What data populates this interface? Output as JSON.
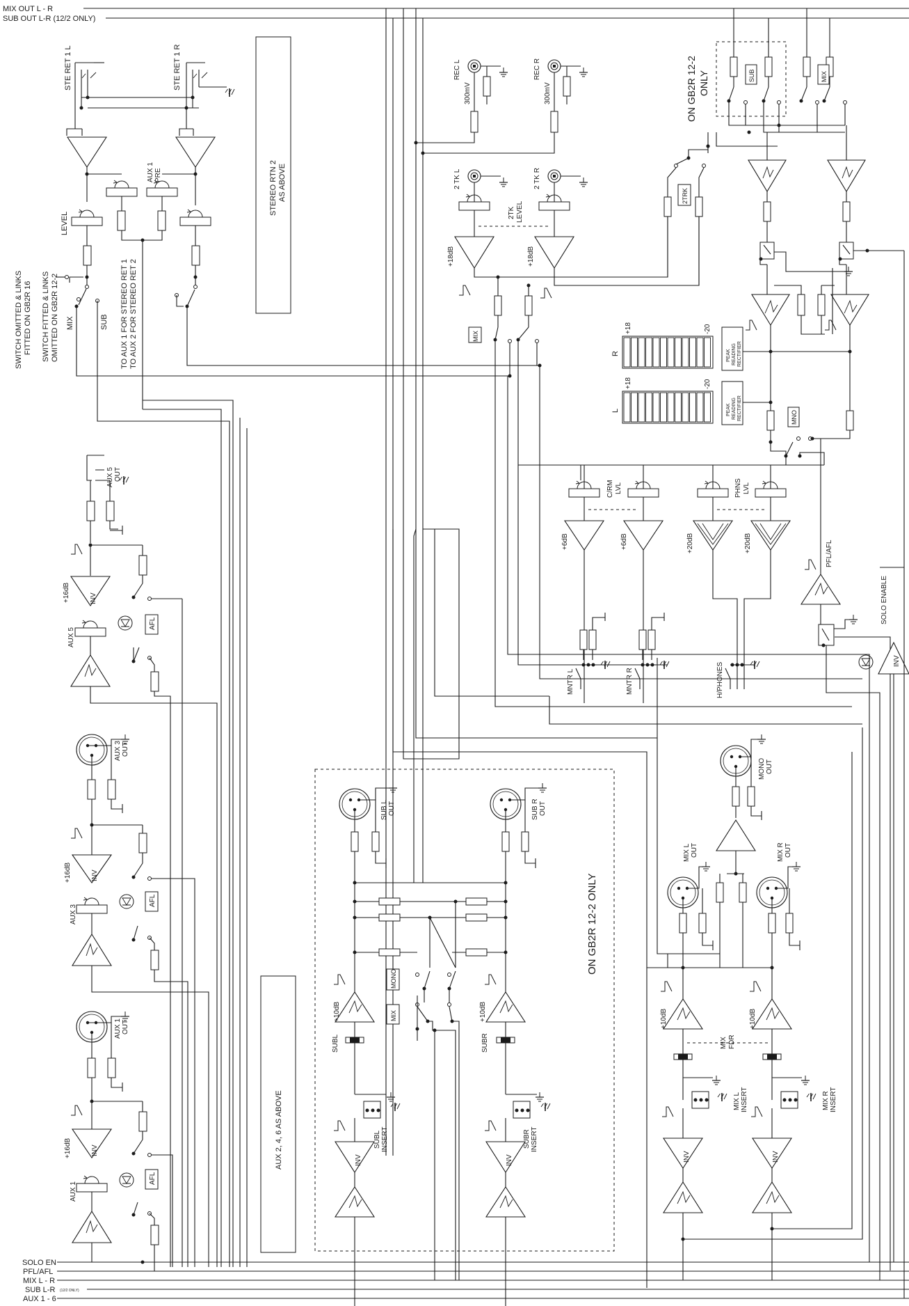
{
  "buses": {
    "top": [
      "MIX OUT L - R",
      "SUB OUT L-R (12/2 ONLY)"
    ],
    "bottom": [
      "SOLO EN",
      "PFL/AFL",
      "MIX L - R",
      "SUB L-R",
      "AUX 1 - 6"
    ],
    "bottom_note": "(12/2 ONLY)"
  },
  "stereo_return": {
    "ste_ret_l": "STE RET 1 L",
    "ste_ret_r": "STE RET 1 R",
    "aux1_pre": [
      "AUX 1",
      "PRE"
    ],
    "level": "LEVEL",
    "mix": "MIX",
    "sub": "SUB",
    "switch_note_1": [
      "SWITCH OMITTED & LINKS",
      "FITTED ON GB2R 16"
    ],
    "switch_note_2": [
      "SWITCH FITTED & LINKS",
      "OMITTED ON GB2R 12-2"
    ],
    "to_aux_note": [
      "TO AUX 1 FOR STEREO RET 1",
      "TO AUX 2 FOR STEREO RET 2"
    ],
    "rtn2_box": [
      "STEREO RTN 2",
      "AS ABOVE"
    ]
  },
  "aux": {
    "aux5": {
      "out": [
        "AUX 5",
        "OUT"
      ],
      "label": "AUX 5"
    },
    "aux3": {
      "out": [
        "AUX 3",
        "OUT"
      ],
      "label": "AUX 3"
    },
    "aux1": {
      "out": [
        "AUX 1",
        "OUT"
      ],
      "label": "AUX 1"
    },
    "gain": "+16dB",
    "inv": "INV",
    "afl": "AFL",
    "as_above": "AUX 2, 4, 6 AS ABOVE"
  },
  "record": {
    "rec_l": "REC L",
    "rec_r": "REC R",
    "level_300": "300mV",
    "tk_l": "2 TK L",
    "tk_r": "2 TK R",
    "tk_level": [
      "2TK",
      "LEVEL"
    ],
    "gain": "+18dB",
    "mix": "MIX",
    "two_trk": "2TRK"
  },
  "gb2r_only_top": [
    "ON GB2R 12-2",
    "ONLY"
  ],
  "sub_box": "SUB",
  "mix_box": "MIX",
  "meters": {
    "r": "R",
    "l": "L",
    "plus18": "+18",
    "minus20": "-20",
    "rectifier": [
      "PEAK",
      "READING",
      "RECTIFIER"
    ],
    "mono": "MNO"
  },
  "monitor": {
    "crm_lvl": [
      "C/RM",
      "LVL"
    ],
    "phns_lvl": [
      "PHNS",
      "LVL"
    ],
    "plus6": "+6dB",
    "plus20": "+20dB",
    "mntr_l": "MNTR L",
    "mntr_r": "MNTR R",
    "hphones": "H/PHONES",
    "pfl_afl": "PFL/AFL",
    "solo_enable": "SOLO ENABLE",
    "inv": "INV"
  },
  "sub_section": {
    "sub_l_out": [
      "SUB L",
      "OUT"
    ],
    "sub_r_out": [
      "SUB R",
      "OUT"
    ],
    "gain": "+10dB",
    "subl": "SUBL",
    "subr": "SUBR",
    "subl_insert": [
      "SUBL",
      "INSERT"
    ],
    "subr_insert": [
      "SUBR",
      "INSERT"
    ],
    "mono": "MONO",
    "mix": "MIX",
    "inv": "INV",
    "only_label": "ON GB2R 12-2 ONLY"
  },
  "mix_section": {
    "mono_out": [
      "MONO",
      "OUT"
    ],
    "mix_l_out": [
      "MIX L",
      "OUT"
    ],
    "mix_r_out": [
      "MIX R",
      "OUT"
    ],
    "gain": "+10dB",
    "mix_fdr": [
      "MIX",
      "FDR"
    ],
    "mix_l_insert": [
      "MIX L",
      "INSERT"
    ],
    "mix_r_insert": [
      "MIX R",
      "INSERT"
    ],
    "inv": "INV"
  }
}
